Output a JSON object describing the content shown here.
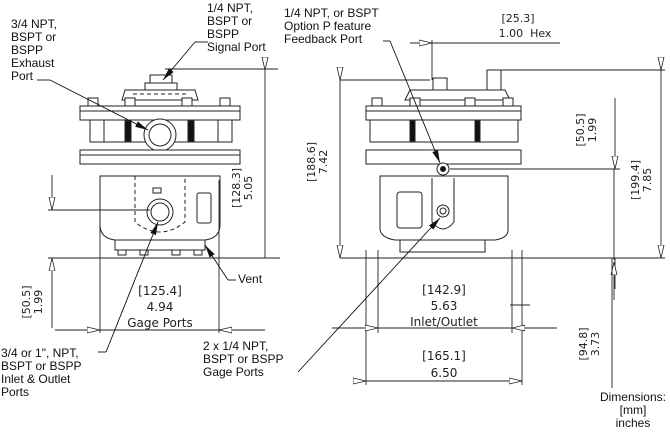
{
  "callouts": {
    "exhaust_port": "3/4 NPT,\nBSPT or\nBSPP\nExhaust\nPort",
    "signal_port": "1/4 NPT,\nBSPT or\nBSPP\nSignal Port",
    "feedback_port": "1/4 NPT, or BSPT\nOption P feature\nFeedback Port",
    "vent": "Vent",
    "inlet_outlet_ports": "3/4 or 1\", NPT,\nBSPT or BSPP\nInlet & Outlet\nPorts",
    "gage_ports_callout": "2 x 1/4 NPT,\nBSPT or BSPP\nGage Ports"
  },
  "dimensions": {
    "hex": {
      "mm": "[25.3]",
      "in": "1.00  Hex"
    },
    "left_height_upper": {
      "mm": "[128.3]",
      "in": "5.05"
    },
    "left_height_lower": {
      "mm": "[50.5]",
      "in": "1.99"
    },
    "gage_ports_width": {
      "mm": "[125.4]",
      "in": "4.94",
      "label": "Gage Ports"
    },
    "right_total_height": {
      "mm": "[188.6]",
      "in": "7.42"
    },
    "right_feedback_height": {
      "mm": "[50.5]",
      "in": "1.99"
    },
    "right_overall_height": {
      "mm": "[199.4]",
      "in": "7.85"
    },
    "right_lower_height": {
      "mm": "[94.8]",
      "in": "3.73"
    },
    "inlet_outlet_width": {
      "mm": "[142.9]",
      "in": "5.63",
      "label": "Inlet/Outlet"
    },
    "overall_width": {
      "mm": "[165.1]",
      "in": "6.50"
    }
  },
  "legend": {
    "title": "Dimensions:",
    "mm": "[mm]",
    "in": "inches"
  }
}
